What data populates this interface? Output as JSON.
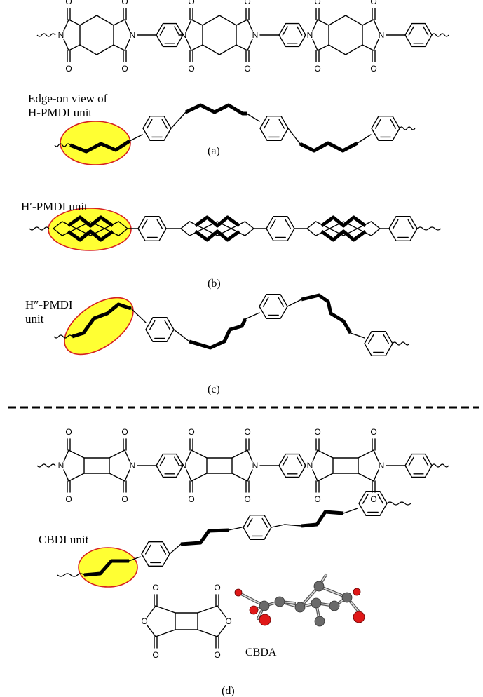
{
  "labels": {
    "hpmdi_note": "Edge-on view of",
    "hpmdi_unit": "H-PMDI unit",
    "hprime_unit": "H′-PMDI unit",
    "hdouble_line1": "H″-PMDI",
    "hdouble_line2": "unit",
    "cbdi_unit": "CBDI unit",
    "cbda": "CBDA",
    "panel_a": "(a)",
    "panel_b": "(b)",
    "panel_c": "(c)",
    "panel_d": "(d)"
  },
  "atoms": {
    "nitrogen": "N",
    "oxygen": "O"
  },
  "colors": {
    "highlight_fill": "#ffff33",
    "highlight_stroke": "#d62020",
    "oxygen_ball": "#e01818",
    "carbon_ball": "#6a6a6a"
  }
}
